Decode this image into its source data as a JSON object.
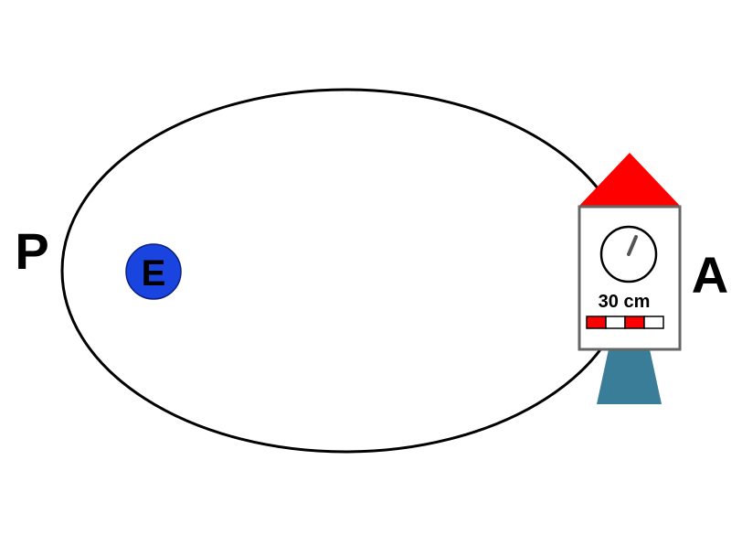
{
  "labels": {
    "perigee": "P",
    "apogee": "A",
    "earth": "E"
  },
  "rocket": {
    "ruler_text": "30 cm",
    "ruler_segments": [
      "red",
      "white",
      "red",
      "white"
    ]
  },
  "colors": {
    "earth": "#1a44e0",
    "nose": "#ff0000",
    "body_border": "#666666",
    "exhaust": "#3a7d98",
    "ruler_red": "#ff0000",
    "ruler_white": "#ffffff",
    "orbit": "#000000"
  },
  "icons": [
    "clock-icon",
    "ruler-icon",
    "rocket-icon"
  ]
}
